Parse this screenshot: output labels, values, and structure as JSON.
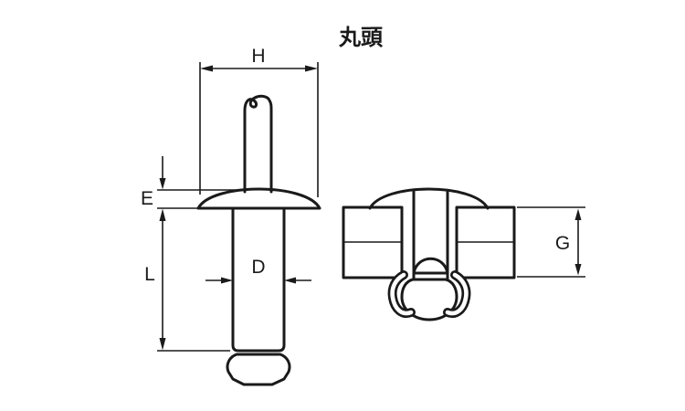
{
  "title": "丸頭",
  "figure_type": "blind-rivet-dome-head-technical-drawing",
  "dimension_labels": {
    "h": "H",
    "e": "E",
    "l": "L",
    "d": "D",
    "g": "G"
  },
  "colors": {
    "background": "#ffffff",
    "line": "#1a1a1a",
    "text": "#1a1a1a"
  }
}
